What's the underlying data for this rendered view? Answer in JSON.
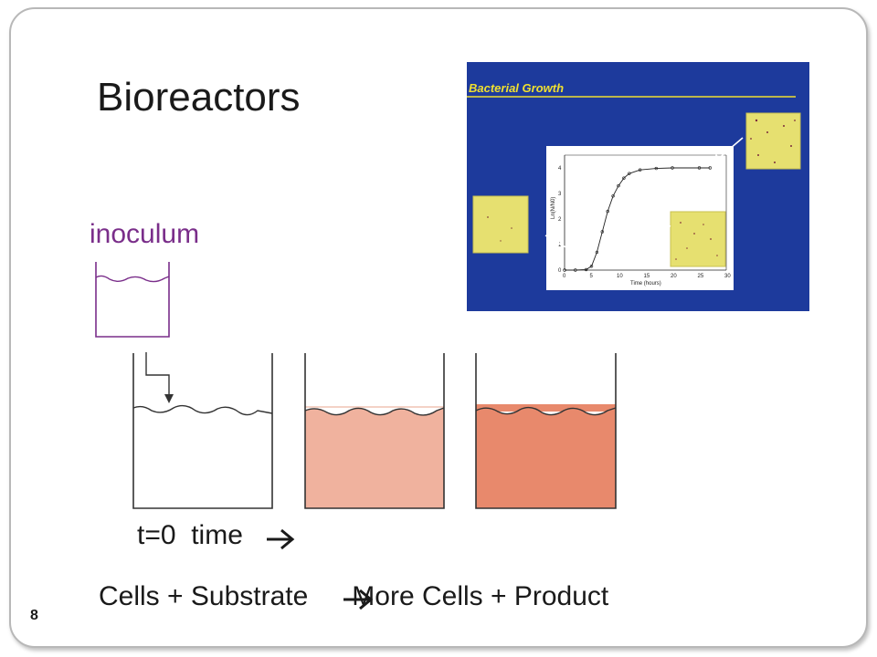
{
  "slide": {
    "title": "Bioreactors",
    "inoculum_label": "inoculum",
    "time_label": "t=0  time",
    "equation": {
      "part1": "Cells + Substrate",
      "part2": "More Cells + Product"
    },
    "page_number": "8"
  },
  "growth_figure": {
    "title": "Bacterial Growth",
    "xlabel": "Time (hours)",
    "ylabel": "Ln(N/N0)",
    "x_ticks": [
      "0",
      "5",
      "10",
      "15",
      "20",
      "25",
      "30"
    ],
    "y_ticks": [
      "0",
      "1",
      "2",
      "3",
      "4"
    ],
    "colors": {
      "background": "#1d3a9c",
      "title": "#f0e030",
      "plot_bg": "#ffffff",
      "micro": "#e6e070"
    }
  },
  "chart_data": {
    "type": "line",
    "x": [
      0,
      2,
      4,
      5,
      6,
      7,
      8,
      9,
      10,
      11,
      12,
      14,
      17,
      20,
      25,
      27
    ],
    "y": [
      0,
      0,
      0.02,
      0.15,
      0.7,
      1.5,
      2.3,
      2.9,
      3.3,
      3.6,
      3.78,
      3.92,
      3.98,
      4.0,
      4.0,
      4.0
    ],
    "xlim": [
      0,
      30
    ],
    "ylim": [
      0,
      4.5
    ]
  },
  "vessels": {
    "colors": {
      "inoculum_wall": "#7a2e8a",
      "empty_fill": "#ffffff",
      "mid_fill": "#f0b29e",
      "late_fill": "#e8896c",
      "wall": "#333333"
    }
  }
}
